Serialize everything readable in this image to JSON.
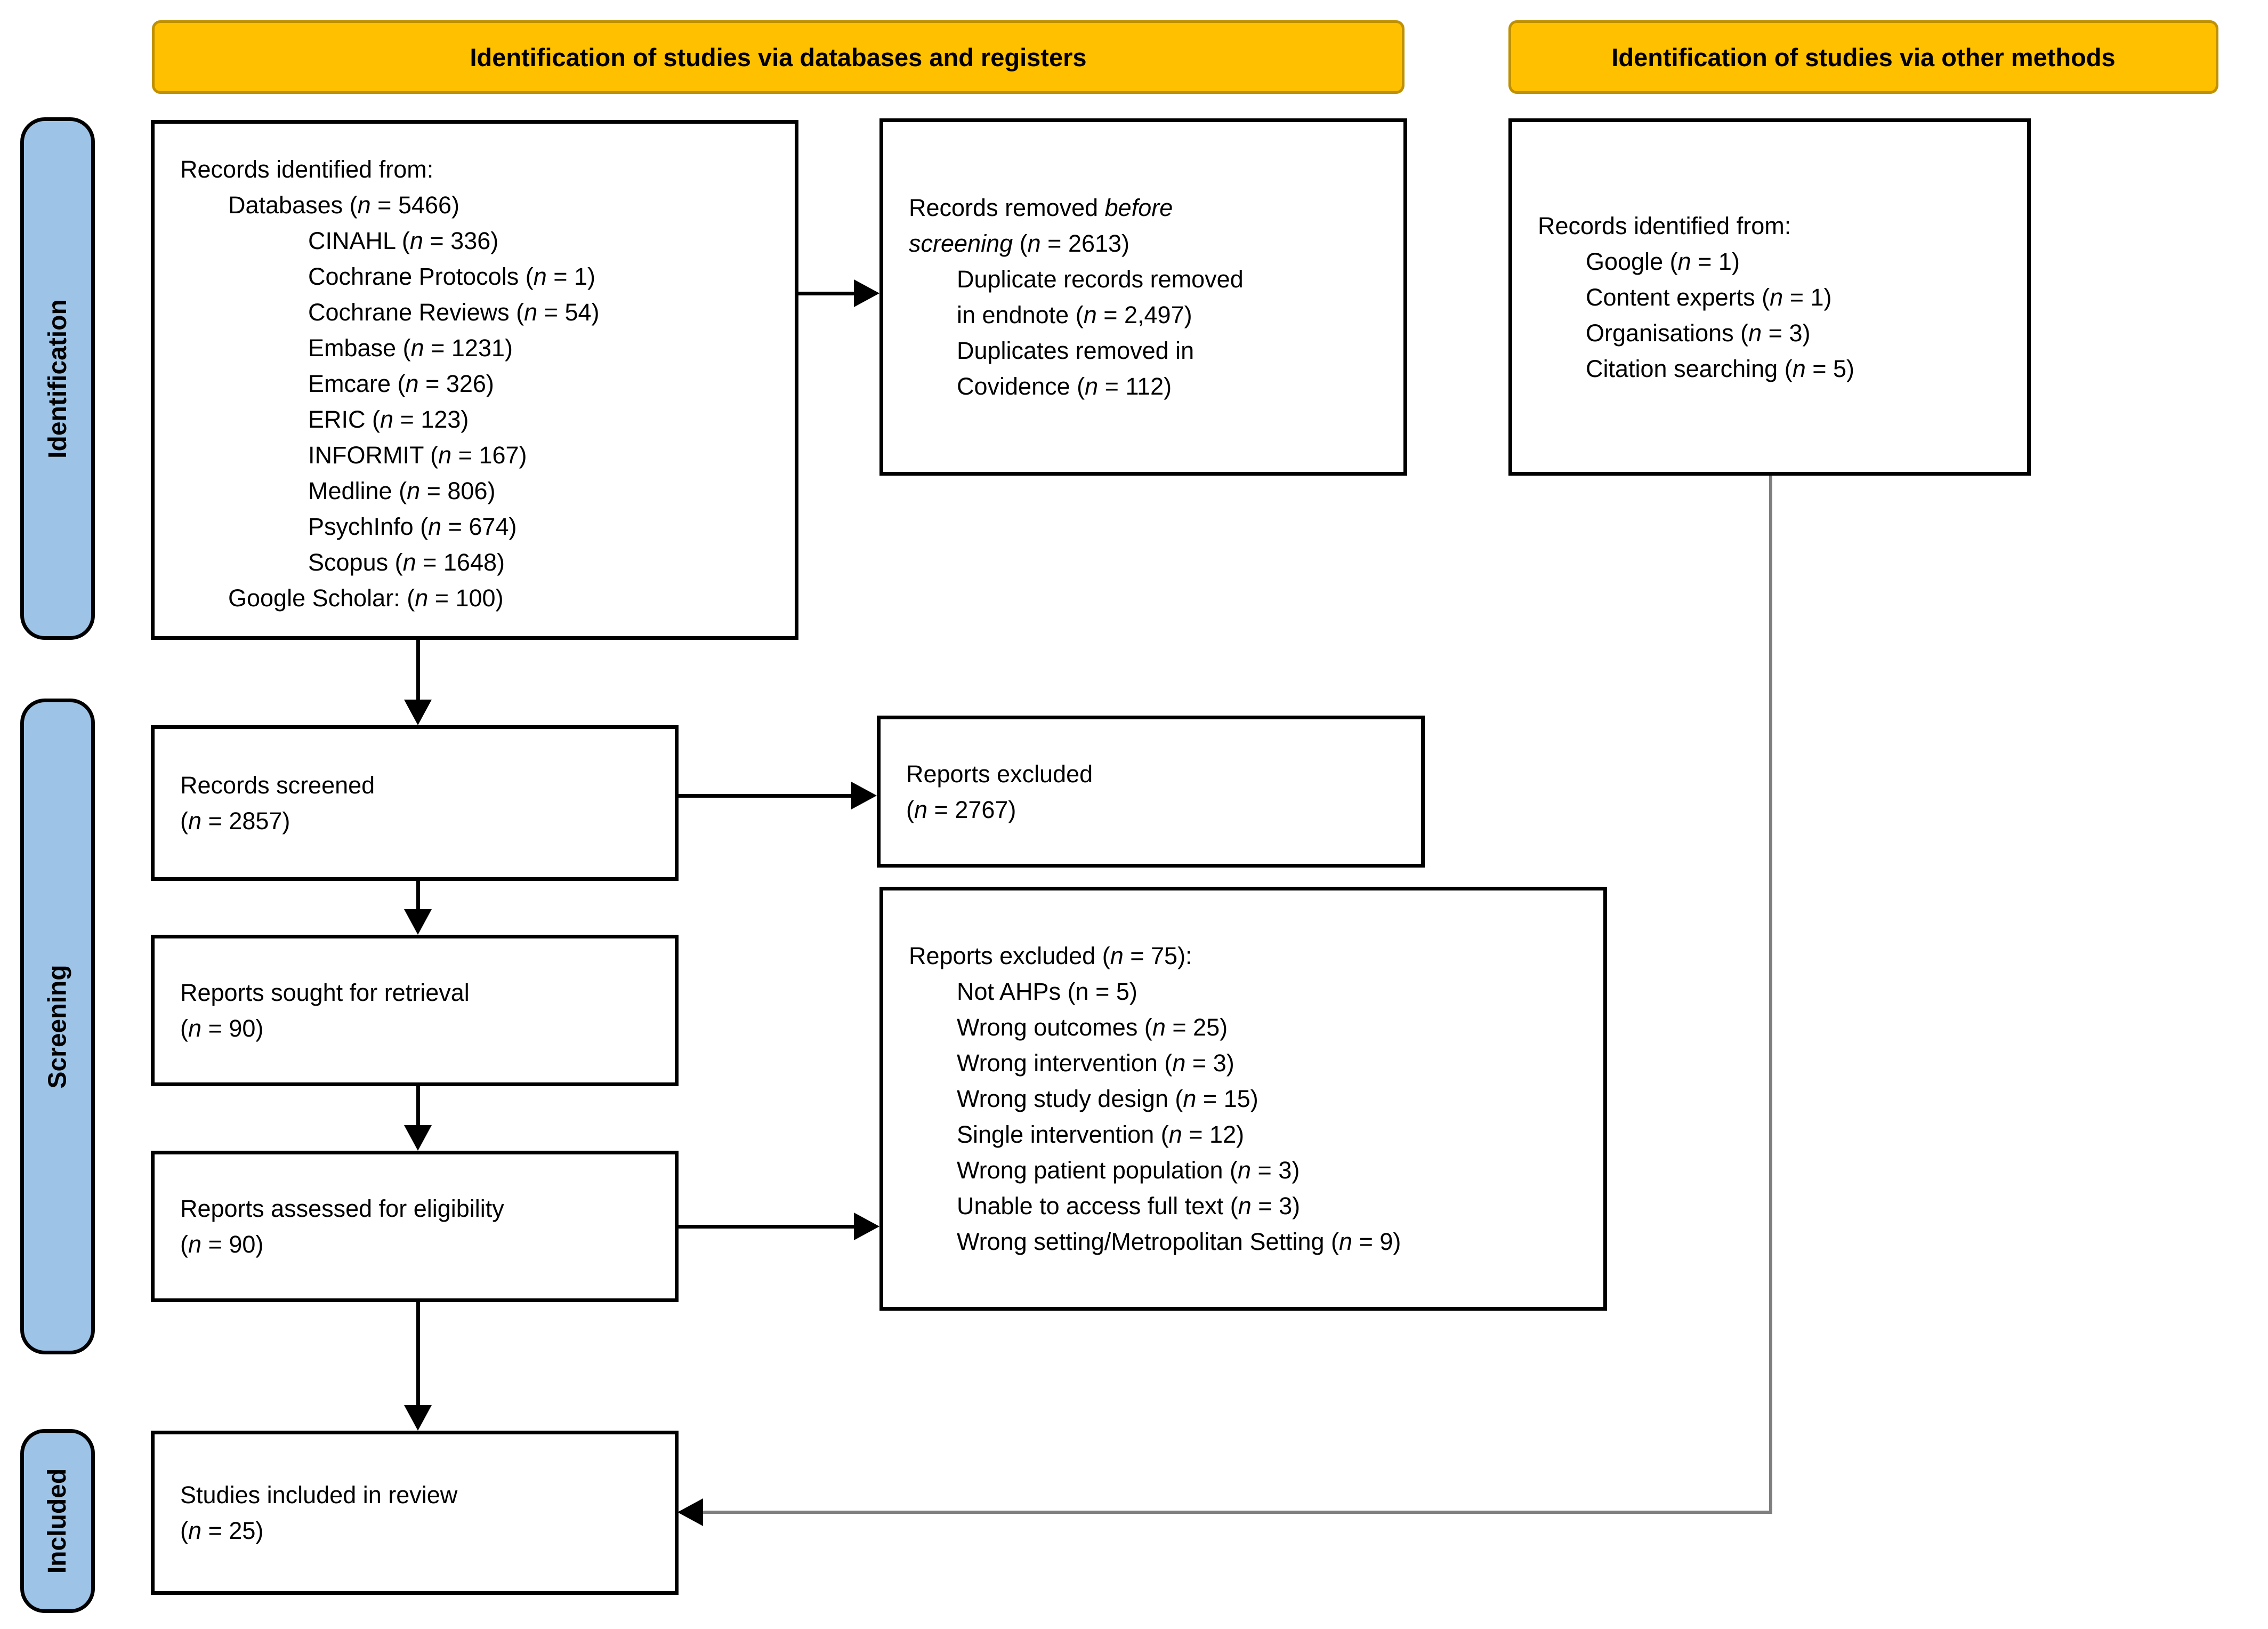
{
  "headers": [
    {
      "id": "databases",
      "label": "Identification of studies via databases and registers"
    },
    {
      "id": "other_methods",
      "label": "Identification of studies via other methods"
    }
  ],
  "stage_labels": [
    {
      "id": "identification",
      "label": "Identification"
    },
    {
      "id": "screening",
      "label": "Screening"
    },
    {
      "id": "included",
      "label": "Included"
    }
  ],
  "colors": {
    "header_bg": "#FFC000",
    "header_border": "#BF9000",
    "stage_bg": "#9DC3E6",
    "box_bg": "#FFFFFF",
    "box_border": "#000000",
    "arrow": "#000000",
    "connector_gray": "#7F7F7F"
  },
  "boxes": {
    "records_identified": {
      "lines": [
        {
          "indent": 0,
          "segments": [
            {
              "text": "Records identified from:"
            }
          ]
        },
        {
          "indent": 1,
          "segments": [
            {
              "text": "Databases ("
            },
            {
              "text": "n",
              "italic": true
            },
            {
              "text": " = 5466)"
            }
          ]
        },
        {
          "indent": 2,
          "segments": [
            {
              "text": "CINAHL ("
            },
            {
              "text": "n",
              "italic": true
            },
            {
              "text": " = 336)"
            }
          ]
        },
        {
          "indent": 2,
          "segments": [
            {
              "text": "Cochrane Protocols ("
            },
            {
              "text": "n",
              "italic": true
            },
            {
              "text": " = 1)"
            }
          ]
        },
        {
          "indent": 2,
          "segments": [
            {
              "text": "Cochrane Reviews ("
            },
            {
              "text": "n",
              "italic": true
            },
            {
              "text": " = 54)"
            }
          ]
        },
        {
          "indent": 2,
          "segments": [
            {
              "text": "Embase ("
            },
            {
              "text": "n",
              "italic": true
            },
            {
              "text": " = 1231)"
            }
          ]
        },
        {
          "indent": 2,
          "segments": [
            {
              "text": "Emcare ("
            },
            {
              "text": "n",
              "italic": true
            },
            {
              "text": " = 326)"
            }
          ]
        },
        {
          "indent": 2,
          "segments": [
            {
              "text": "ERIC ("
            },
            {
              "text": "n",
              "italic": true
            },
            {
              "text": " = 123)"
            }
          ]
        },
        {
          "indent": 2,
          "segments": [
            {
              "text": "INFORMIT ("
            },
            {
              "text": "n",
              "italic": true
            },
            {
              "text": " = 167)"
            }
          ]
        },
        {
          "indent": 2,
          "segments": [
            {
              "text": "Medline ("
            },
            {
              "text": "n",
              "italic": true
            },
            {
              "text": " = 806)"
            }
          ]
        },
        {
          "indent": 2,
          "segments": [
            {
              "text": "PsychInfo ("
            },
            {
              "text": "n",
              "italic": true
            },
            {
              "text": " = 674)"
            }
          ]
        },
        {
          "indent": 2,
          "segments": [
            {
              "text": "Scopus ("
            },
            {
              "text": "n",
              "italic": true
            },
            {
              "text": " = 1648)"
            }
          ]
        },
        {
          "indent": 1,
          "segments": [
            {
              "text": "Google Scholar: ("
            },
            {
              "text": "n",
              "italic": true
            },
            {
              "text": " = 100)"
            }
          ]
        }
      ]
    },
    "records_removed": {
      "lines": [
        {
          "indent": 0,
          "segments": [
            {
              "text": "Records removed "
            },
            {
              "text": "before",
              "italic": true
            }
          ]
        },
        {
          "indent": 0,
          "segments": [
            {
              "text": "screening",
              "italic": true
            },
            {
              "text": " ("
            },
            {
              "text": "n",
              "italic": true
            },
            {
              "text": " = 2613)"
            }
          ]
        },
        {
          "indent": 1,
          "segments": [
            {
              "text": "Duplicate records removed"
            }
          ]
        },
        {
          "indent": 1,
          "segments": [
            {
              "text": "in endnote ("
            },
            {
              "text": "n",
              "italic": true
            },
            {
              "text": " = 2,497)"
            }
          ]
        },
        {
          "indent": 1,
          "segments": [
            {
              "text": "Duplicates removed in"
            }
          ]
        },
        {
          "indent": 1,
          "segments": [
            {
              "text": "Covidence ("
            },
            {
              "text": "n",
              "italic": true
            },
            {
              "text": " = 112)"
            }
          ]
        }
      ]
    },
    "other_records": {
      "lines": [
        {
          "indent": 0,
          "segments": [
            {
              "text": "Records identified from:"
            }
          ]
        },
        {
          "indent": 1,
          "segments": [
            {
              "text": "Google ("
            },
            {
              "text": "n",
              "italic": true
            },
            {
              "text": " = 1)"
            }
          ]
        },
        {
          "indent": 1,
          "segments": [
            {
              "text": "Content experts ("
            },
            {
              "text": "n",
              "italic": true
            },
            {
              "text": " = 1)"
            }
          ]
        },
        {
          "indent": 1,
          "segments": [
            {
              "text": "Organisations ("
            },
            {
              "text": "n",
              "italic": true
            },
            {
              "text": " = 3)"
            }
          ]
        },
        {
          "indent": 1,
          "segments": [
            {
              "text": "Citation searching ("
            },
            {
              "text": "n",
              "italic": true
            },
            {
              "text": " = 5)"
            }
          ]
        }
      ]
    },
    "records_screened": {
      "lines": [
        {
          "indent": 0,
          "segments": [
            {
              "text": "Records screened"
            }
          ]
        },
        {
          "indent": 0,
          "segments": [
            {
              "text": "("
            },
            {
              "text": "n",
              "italic": true
            },
            {
              "text": " = 2857)"
            }
          ]
        }
      ]
    },
    "reports_excluded": {
      "lines": [
        {
          "indent": 0,
          "segments": [
            {
              "text": "Reports excluded"
            }
          ]
        },
        {
          "indent": 0,
          "segments": [
            {
              "text": "("
            },
            {
              "text": "n",
              "italic": true
            },
            {
              "text": " = 2767)"
            }
          ]
        }
      ]
    },
    "reports_sought": {
      "lines": [
        {
          "indent": 0,
          "segments": [
            {
              "text": "Reports sought for retrieval"
            }
          ]
        },
        {
          "indent": 0,
          "segments": [
            {
              "text": "("
            },
            {
              "text": "n",
              "italic": true
            },
            {
              "text": " = 90)"
            }
          ]
        }
      ]
    },
    "reports_excluded_reasons": {
      "lines": [
        {
          "indent": 0,
          "segments": [
            {
              "text": "Reports excluded ("
            },
            {
              "text": "n",
              "italic": true
            },
            {
              "text": " = 75):"
            }
          ]
        },
        {
          "indent": 1,
          "segments": [
            {
              "text": "Not AHPs (n = 5)"
            }
          ]
        },
        {
          "indent": 1,
          "segments": [
            {
              "text": "Wrong outcomes ("
            },
            {
              "text": "n",
              "italic": true
            },
            {
              "text": " = 25)"
            }
          ]
        },
        {
          "indent": 1,
          "segments": [
            {
              "text": "Wrong intervention ("
            },
            {
              "text": "n",
              "italic": true
            },
            {
              "text": " = 3)"
            }
          ]
        },
        {
          "indent": 1,
          "segments": [
            {
              "text": "Wrong study design ("
            },
            {
              "text": "n",
              "italic": true
            },
            {
              "text": " = 15)"
            }
          ]
        },
        {
          "indent": 1,
          "segments": [
            {
              "text": "Single intervention ("
            },
            {
              "text": "n",
              "italic": true
            },
            {
              "text": " = 12)"
            }
          ]
        },
        {
          "indent": 1,
          "segments": [
            {
              "text": "Wrong patient population ("
            },
            {
              "text": "n",
              "italic": true
            },
            {
              "text": " = 3)"
            }
          ]
        },
        {
          "indent": 1,
          "segments": [
            {
              "text": "Unable to access full text ("
            },
            {
              "text": "n",
              "italic": true
            },
            {
              "text": " = 3)"
            }
          ]
        },
        {
          "indent": 1,
          "segments": [
            {
              "text": "Wrong setting/Metropolitan Setting ("
            },
            {
              "text": "n",
              "italic": true
            },
            {
              "text": " = 9)"
            }
          ]
        }
      ]
    },
    "reports_assessed": {
      "lines": [
        {
          "indent": 0,
          "segments": [
            {
              "text": "Reports assessed for eligibility"
            }
          ]
        },
        {
          "indent": 0,
          "segments": [
            {
              "text": "("
            },
            {
              "text": "n",
              "italic": true
            },
            {
              "text": " = 90)"
            }
          ]
        }
      ]
    },
    "studies_included": {
      "lines": [
        {
          "indent": 0,
          "segments": [
            {
              "text": "Studies included in review"
            }
          ]
        },
        {
          "indent": 0,
          "segments": [
            {
              "text": "("
            },
            {
              "text": "n",
              "italic": true
            },
            {
              "text": " = 25)"
            }
          ]
        }
      ]
    }
  }
}
